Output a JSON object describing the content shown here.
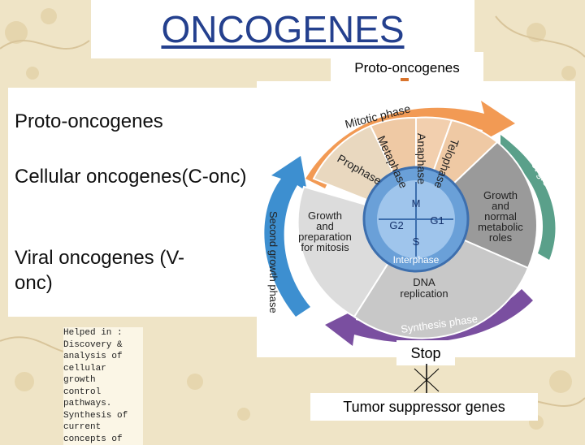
{
  "slide": {
    "title": "ONCOGENES",
    "proto_label": "Proto-oncogenes",
    "text_items": [
      "Proto-oncogenes",
      "Cellular oncogenes(C-onc)",
      "Viral oncogenes (V-onc)"
    ],
    "note": "Helped in :\nDiscovery &\nanalysis of\ncellular\ngrowth\ncontrol\npathways.\nSynthesis of\ncurrent\nconcepts of",
    "stop_label": "Stop",
    "tumor_label": "Tumor suppressor genes"
  },
  "cycle": {
    "mitotic_phase": "Mitotic phase",
    "first_growth": "First growth phase",
    "second_growth": "Second growth phase",
    "synthesis": "Synthesis phase",
    "prophase": "Prophase",
    "metaphase": "Metaphase",
    "anaphase": "Anaphase",
    "telophase": "Telophase",
    "growth_normal": [
      "Growth",
      "and",
      "normal",
      "metabolic",
      "roles"
    ],
    "growth_prep": [
      "Growth",
      "and",
      "preparation",
      "for mitosis"
    ],
    "dna": [
      "DNA",
      "replication"
    ],
    "center": {
      "m": "M",
      "g1": "G1",
      "g2": "G2",
      "s": "S",
      "interphase": "Interphase"
    }
  },
  "colors": {
    "title": "#24408e",
    "arrow": "#d9742c",
    "mitotic": "#f29a54",
    "first": "#5aa08a",
    "second": "#3d8fd0",
    "synthesis": "#7a4fa0"
  }
}
